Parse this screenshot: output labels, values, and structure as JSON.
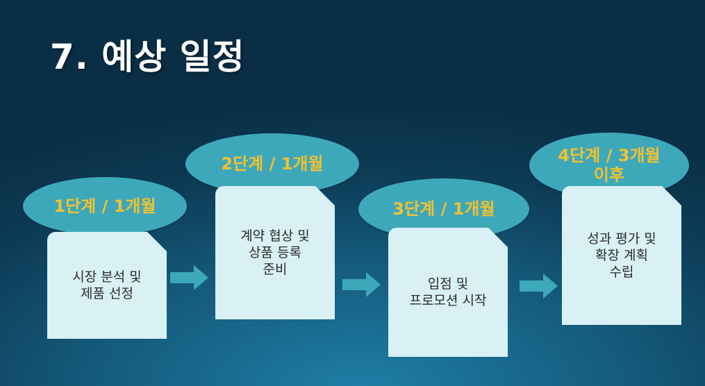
{
  "slide": {
    "title": "7. 예상 일정"
  },
  "stages": [
    {
      "label": "1단계 / 1개월",
      "description": "시장 분석 및\n제품 선정"
    },
    {
      "label": "2단계 / 1개월",
      "description": "계약 협상 및\n상품 등록\n준비"
    },
    {
      "label": "3단계 / 1개월",
      "description": "입점 및\n프로모션 시작"
    },
    {
      "label": "4단계 / 3개월\n이후",
      "description": "성과 평가 및\n확장 계획\n수립"
    }
  ],
  "colors": {
    "oval": "#3ea8bb",
    "oval_text": "#f2c12e",
    "card": "#d9f1f4",
    "arrow": "#3ea8bb"
  }
}
